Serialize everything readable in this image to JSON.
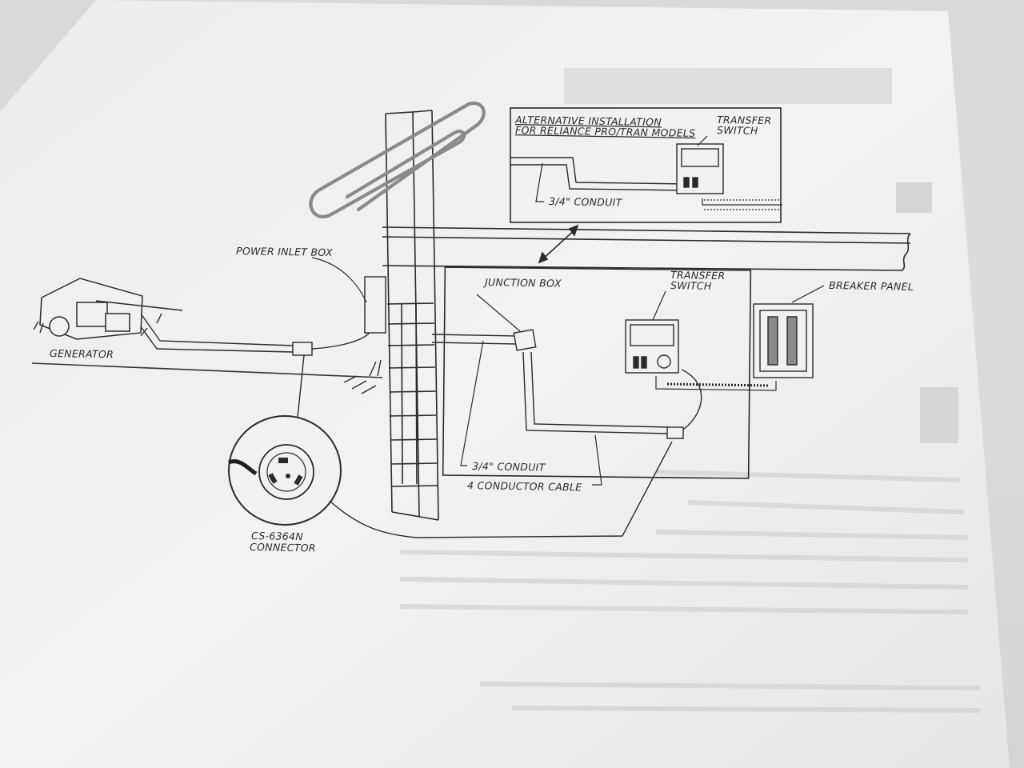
{
  "labels": {
    "power_inlet_box": "POWER INLET BOX",
    "generator": "GENERATOR",
    "connector_line1": "CS-6364N",
    "connector_line2": "CONNECTOR",
    "junction_box": "JUNCTION BOX",
    "transfer_switch_line1": "TRANSFER",
    "transfer_switch_line2": "SWITCH",
    "breaker_panel": "BREAKER PANEL",
    "conduit_main": "3/4\" CONDUIT",
    "cable_main": "4 CONDUCTOR CABLE",
    "alt_title_line1": "ALTERNATIVE INSTALLATION",
    "alt_title_line2": "FOR RELIANCE PRO/TRAN MODELS",
    "alt_transfer_line1": "TRANSFER",
    "alt_transfer_line2": "SWITCH",
    "alt_conduit": "3/4\" CONDUIT"
  }
}
